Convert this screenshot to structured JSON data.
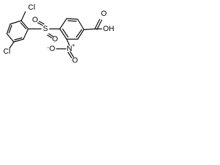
{
  "molecule": {
    "labels": {
      "cl_top": "Cl",
      "cl_bottom": "Cl",
      "sulfur": "S",
      "sulfonyl_o_left": "O",
      "sulfonyl_o_right": "O",
      "acid_o_top": "O",
      "acid_oh": "OH",
      "nitro_n": "N",
      "nitro_plus": "+",
      "nitro_o_down": "O",
      "nitro_o_left": "O",
      "nitro_minus": "-"
    },
    "colors": {
      "bond": "#000000",
      "label": "#000000",
      "background": "#ffffff"
    }
  }
}
